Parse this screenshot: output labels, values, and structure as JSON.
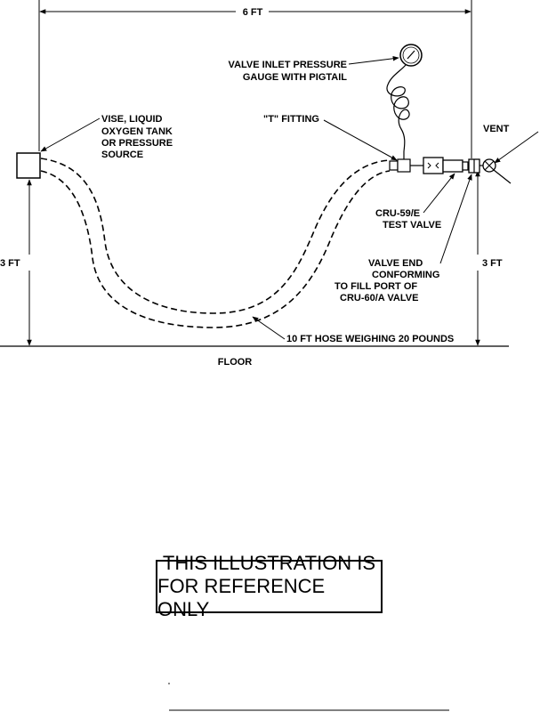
{
  "dimensions": {
    "width_label": "6 FT",
    "left_height_label": "3 FT",
    "right_height_label": "3 FT"
  },
  "labels": {
    "gauge": [
      "VALVE INLET PRESSURE",
      "GAUGE WITH PIGTAIL"
    ],
    "vise": [
      "VISE, LIQUID",
      "OXYGEN TANK",
      "OR PRESSURE",
      "SOURCE"
    ],
    "t_fitting": "\"T\" FITTING",
    "vent": "VENT",
    "test_valve": [
      "CRU-59/E",
      "TEST VALVE"
    ],
    "valve_end": [
      "VALVE END",
      "CONFORMING",
      "TO FILL PORT OF",
      "CRU-60/A VALVE"
    ],
    "hose": "10 FT HOSE WEIGHING 20 POUNDS",
    "floor": "FLOOR"
  },
  "notice": {
    "line1": "THIS ILLUSTRATION IS",
    "line2": "FOR REFERENCE ONLY"
  }
}
